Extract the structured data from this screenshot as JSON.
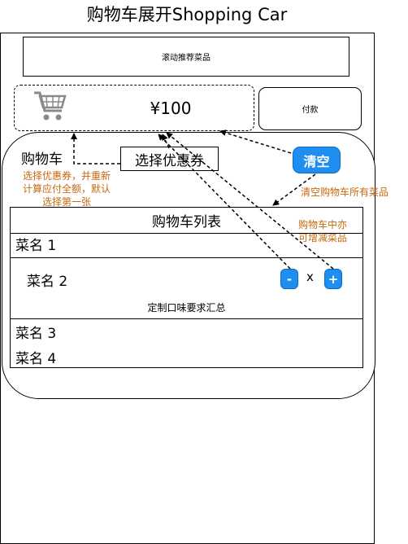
{
  "title": "购物车展开Shopping Car",
  "banner": {
    "label": "滚动推荐菜品"
  },
  "cart_bar": {
    "amount": "¥100",
    "cart_icon": "shopping-cart-icon"
  },
  "pay_button": {
    "label": "付款"
  },
  "cart_panel": {
    "title": "购物车",
    "coupon_button": "选择优惠券",
    "clear_button": "清空"
  },
  "annotations": {
    "coupon_note": [
      "选择优惠券，并重新",
      "计算应付全额，默认",
      "选择第一张"
    ],
    "clear_note": "清空购物车所有菜品",
    "stepper_note": [
      "购物车中亦",
      "可增减菜品"
    ]
  },
  "cart_list": {
    "header": "购物车列表",
    "items": [
      "菜名 1",
      "菜名 2",
      "菜名 3",
      "菜名 4"
    ],
    "special_request": "定制口味要求汇总",
    "minus_label": "-",
    "times_label": "x",
    "plus_label": "+"
  },
  "colors": {
    "accent": "#1e8ff0",
    "note": "#c7680d"
  }
}
